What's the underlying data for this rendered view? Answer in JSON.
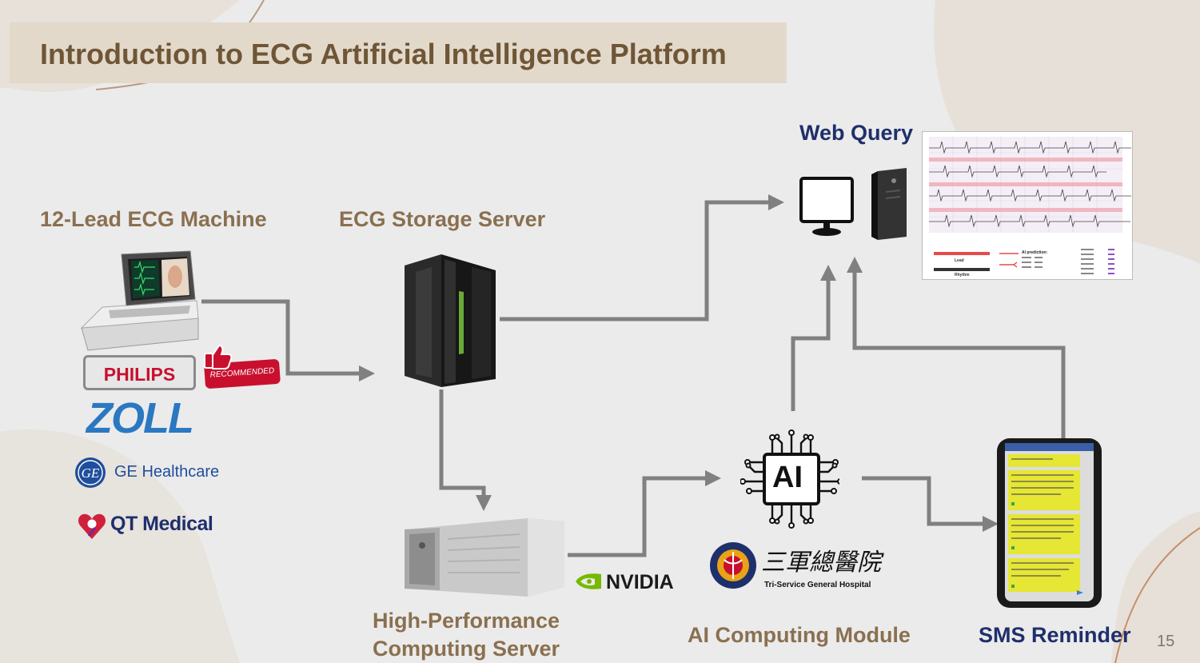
{
  "slide": {
    "title": "Introduction to ECG Artificial Intelligence Platform",
    "page_number": "15"
  },
  "labels": {
    "ecg_machine": "12-Lead ECG Machine",
    "storage_server": "ECG Storage Server",
    "web_query": "Web Query",
    "hpc_line1": "High-Performance",
    "hpc_line2": "Computing Server",
    "ai_module": "AI Computing Module",
    "sms_reminder": "SMS Reminder"
  },
  "vendors": {
    "philips": "PHILIPS",
    "recommended": "RECOMMENDED",
    "zoll": "ZOLL",
    "ge": "GE Healthcare",
    "qt": "QT Medical",
    "nvidia": "NVIDIA"
  },
  "ai_chip": {
    "text": "AI"
  },
  "hospital": {
    "name_zh": "三軍總醫院",
    "name_en": "Tri-Service General Hospital"
  },
  "report": {
    "legend_lead": "Lead",
    "legend_rhythm": "Rhythm",
    "ai_prediction": "AI prediction:"
  },
  "colors": {
    "background": "#ebebeb",
    "title_band": "#e3d9cb",
    "label_brown": "#8a7050",
    "label_navy": "#1f2f6b",
    "arrow": "#808080",
    "zoll_blue": "#2a78c2",
    "philips_red": "#c8102e",
    "nvidia_green": "#76b900",
    "ge_blue": "#1f4e9c",
    "qt_red": "#d0213c"
  }
}
